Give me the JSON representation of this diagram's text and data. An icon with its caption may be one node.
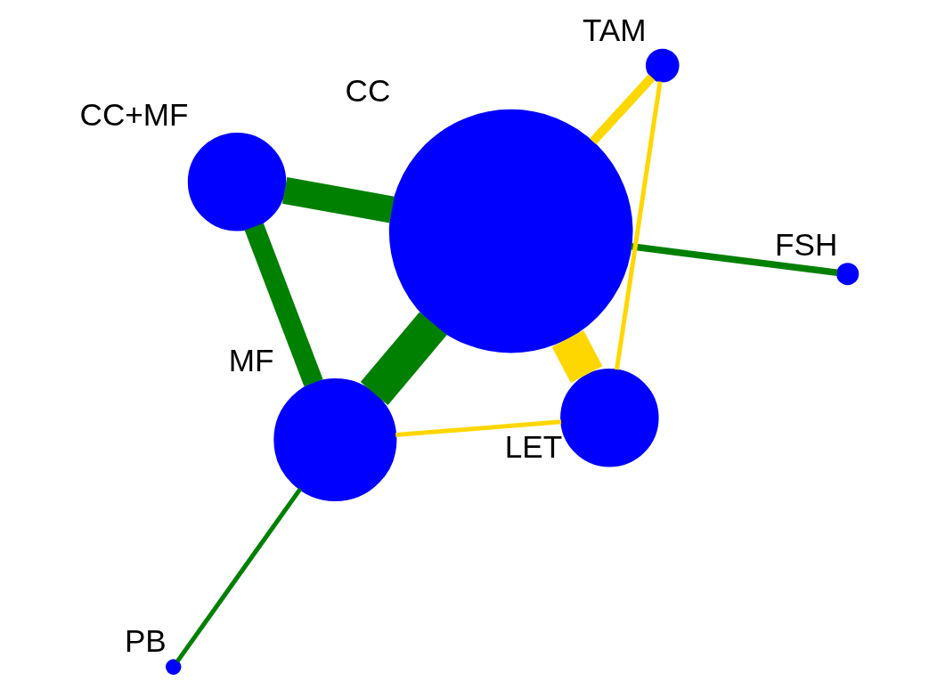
{
  "diagram": {
    "nodes": [
      {
        "text": [
          "FSH"
        ]
      },
      {
        "text": [
          "CC+MF"
        ]
      },
      {
        "text": [
          "LET"
        ]
      },
      {
        "text": [
          "CC"
        ]
      },
      {
        "text": [
          "MF"
        ]
      },
      {
        "text": [
          "TAM"
        ]
      },
      {
        "text": [
          "PB"
        ]
      }
    ],
    "edges": [
      {
        "from": 0,
        "to": 3,
        "arrow": "none"
      },
      {
        "from": 1,
        "to": 3,
        "arrow": "none",
        "style": "thick"
      },
      {
        "from": 1,
        "to": 4,
        "arrow": "none",
        "style": "thick"
      },
      {
        "from": 2,
        "to": 3,
        "arrow": "none",
        "style": "thick",
        "color": "#ffd700"
      },
      {
        "from": 2,
        "to": 4,
        "arrow": "none",
        "color": "#ffd700"
      },
      {
        "from": 2,
        "to": 5,
        "arrow": "none",
        "color": "#ffd700"
      },
      {
        "from": 4,
        "to": 3,
        "arrow": "none",
        "style": "thick"
      },
      {
        "from": 4,
        "to": 6,
        "arrow": "none"
      },
      {
        "from": 3,
        "to": 5,
        "arrow": "none",
        "color": "#ffd700"
      }
    ]
  }
}
